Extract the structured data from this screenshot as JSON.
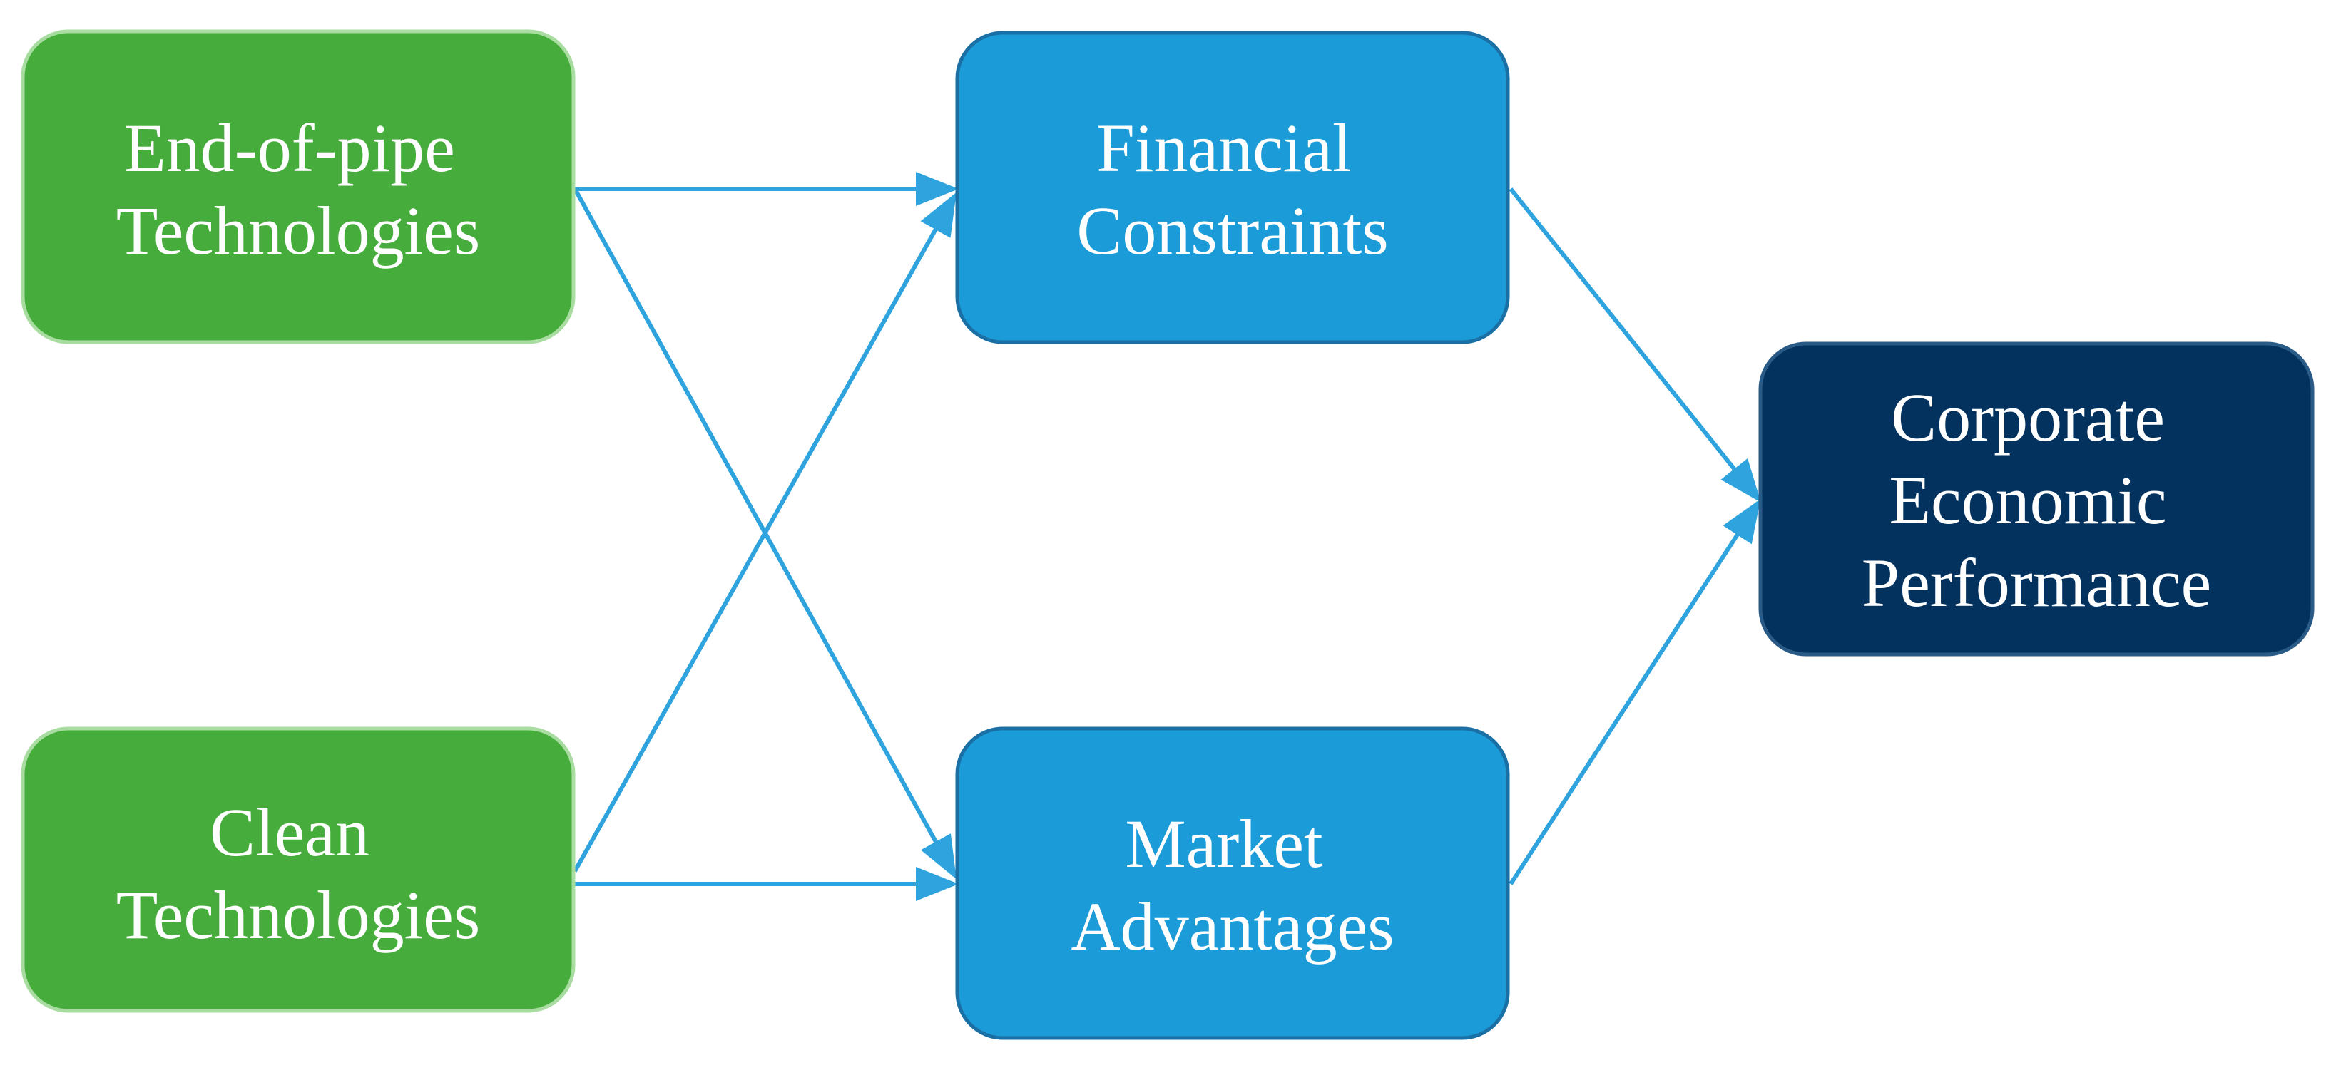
{
  "colors": {
    "background": "#ffffff",
    "green_fill": "#46ad3c",
    "green_border": "#a8dca0",
    "blue_fill": "#1b9cd8",
    "blue_border": "#1a6fa5",
    "navy_fill": "#03325f",
    "navy_border": "#2a5a86",
    "arrow": "#2ea3dd"
  },
  "diagram": {
    "nodes": [
      {
        "id": "end-of-pipe",
        "lines": [
          "End-of-pipe",
          "Technologies"
        ],
        "style": "green"
      },
      {
        "id": "clean",
        "lines": [
          "Clean",
          "Technologies"
        ],
        "style": "green"
      },
      {
        "id": "financial",
        "lines": [
          "Financial",
          "Constraints"
        ],
        "style": "blue"
      },
      {
        "id": "market",
        "lines": [
          "Market",
          "Advantages"
        ],
        "style": "blue"
      },
      {
        "id": "corporate",
        "lines": [
          "Corporate",
          "Economic",
          "Performance"
        ],
        "style": "navy"
      }
    ],
    "edges": [
      {
        "from": "end-of-pipe",
        "to": "financial"
      },
      {
        "from": "end-of-pipe",
        "to": "market"
      },
      {
        "from": "clean",
        "to": "financial"
      },
      {
        "from": "clean",
        "to": "market"
      },
      {
        "from": "financial",
        "to": "corporate"
      },
      {
        "from": "market",
        "to": "corporate"
      }
    ]
  }
}
